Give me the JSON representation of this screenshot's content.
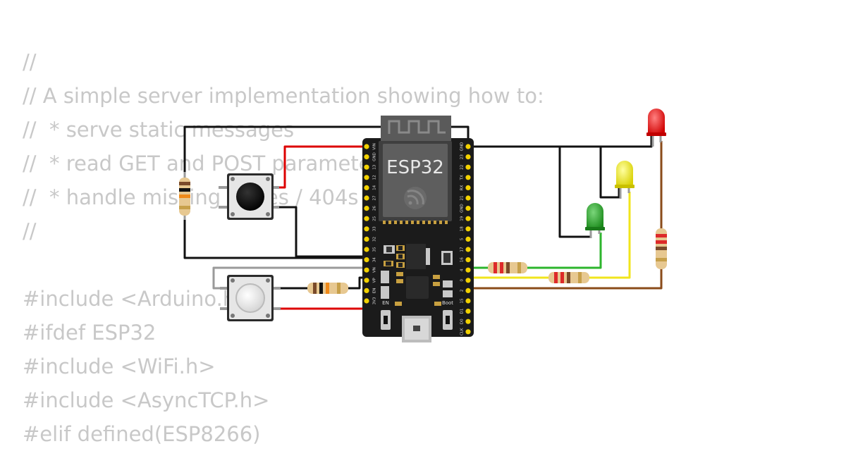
{
  "code_lines": [
    "//",
    "// A simple server implementation showing how to:",
    "//  * serve static messages",
    "//  * read GET and POST parameters",
    "//  * handle missing pages / 404s",
    "//",
    "",
    "#include <Arduino.h>",
    "#ifdef ESP32",
    "#include <WiFi.h>",
    "#include <AsyncTCP.h>",
    "#elif defined(ESP8266)"
  ],
  "board": {
    "label": "ESP32",
    "left_pins": [
      "VIN",
      "GND",
      "13",
      "12",
      "14",
      "27",
      "26",
      "25",
      "33",
      "32",
      "35",
      "34",
      "VN",
      "VP",
      "EN",
      "3V3"
    ],
    "right_pins": [
      "GND",
      "23",
      "22",
      "TX",
      "RX",
      "21",
      "GND",
      "19",
      "18",
      "5",
      "17",
      "16",
      "4",
      "0",
      "2",
      "15",
      "D1",
      "D0",
      "CLK"
    ],
    "en_label": "EN",
    "boot_label": "Boot"
  },
  "colors": {
    "wire_black": "#111111",
    "wire_red": "#dd0000",
    "wire_green": "#2db52d",
    "wire_yellow": "#f1e51c",
    "wire_brown": "#8a4b1a",
    "wire_gray": "#9a9a9a",
    "board": "#1b1b1b",
    "module": "#565656"
  }
}
